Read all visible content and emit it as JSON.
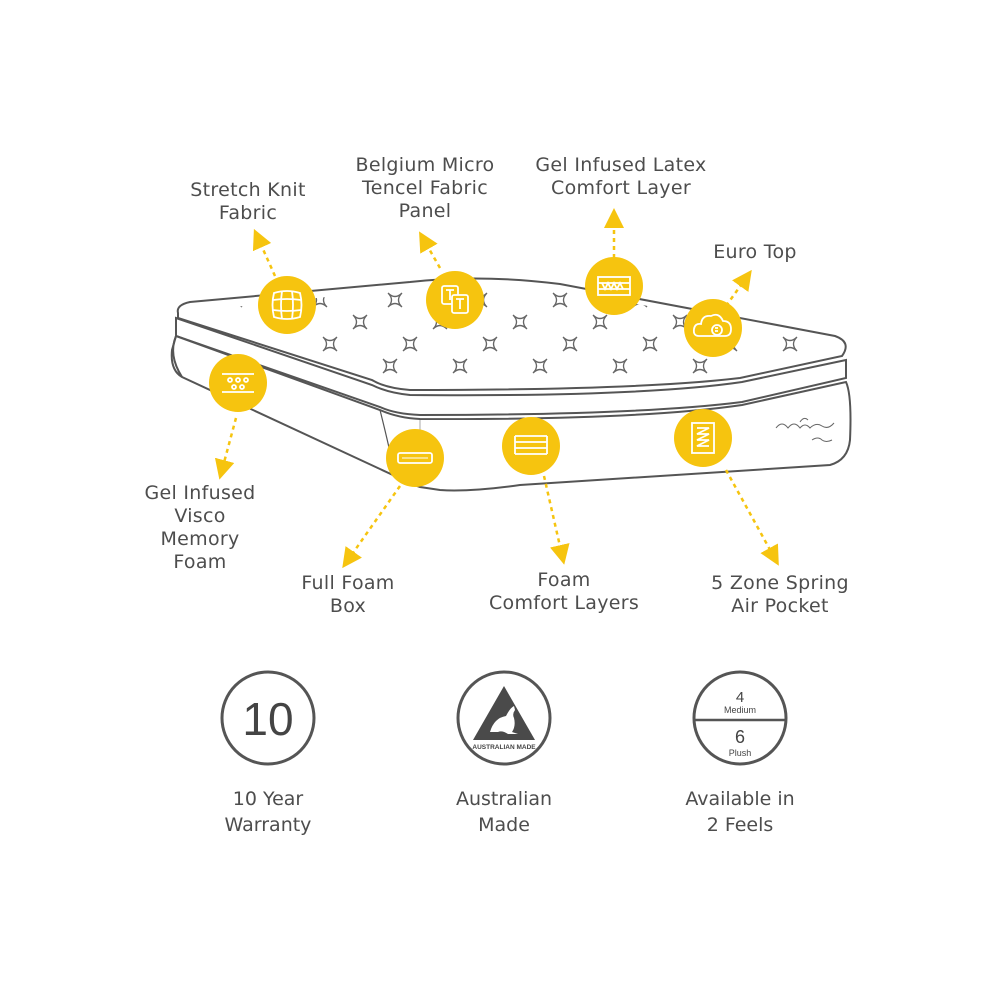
{
  "colors": {
    "accent": "#f6c40f",
    "icon_fill": "#f6c40f",
    "line": "#555555",
    "text": "#4d4d4d"
  },
  "features": [
    {
      "id": "stretch-knit-fabric",
      "lines": [
        "Stretch Knit",
        "Fabric"
      ],
      "icon": "grid-fabric-icon"
    },
    {
      "id": "belgium-micro-tencel",
      "lines": [
        "Belgium Micro",
        "Tencel Fabric",
        "Panel"
      ],
      "icon": "tencel-t-icon"
    },
    {
      "id": "gel-infused-latex",
      "lines": [
        "Gel Infused Latex",
        "Comfort Layer"
      ],
      "icon": "latex-layer-icon"
    },
    {
      "id": "euro-top",
      "lines": [
        "Euro Top"
      ],
      "icon": "euro-cloud-icon"
    },
    {
      "id": "gel-infused-visco",
      "lines": [
        "Gel Infused",
        "Visco",
        "Memory",
        "Foam"
      ],
      "icon": "visco-foam-icon"
    },
    {
      "id": "full-foam-box",
      "lines": [
        "Full Foam",
        "Box"
      ],
      "icon": "foam-box-icon"
    },
    {
      "id": "foam-comfort-layers",
      "lines": [
        "Foam",
        "Comfort Layers"
      ],
      "icon": "stacked-layers-icon"
    },
    {
      "id": "zone-spring",
      "lines": [
        "5 Zone Spring",
        "Air Pocket"
      ],
      "icon": "spring-coil-icon"
    }
  ],
  "badges": {
    "warranty": {
      "number": "10",
      "lines": [
        "10 Year",
        "Warranty"
      ]
    },
    "australian_made": {
      "mark_text": "AUSTRALIAN MADE",
      "lines": [
        "Australian",
        "Made"
      ]
    },
    "feels": {
      "top_number": "4",
      "top_label": "Medium",
      "bottom_number": "6",
      "bottom_label": "Plush",
      "lines": [
        "Available in",
        "2 Feels"
      ]
    }
  }
}
